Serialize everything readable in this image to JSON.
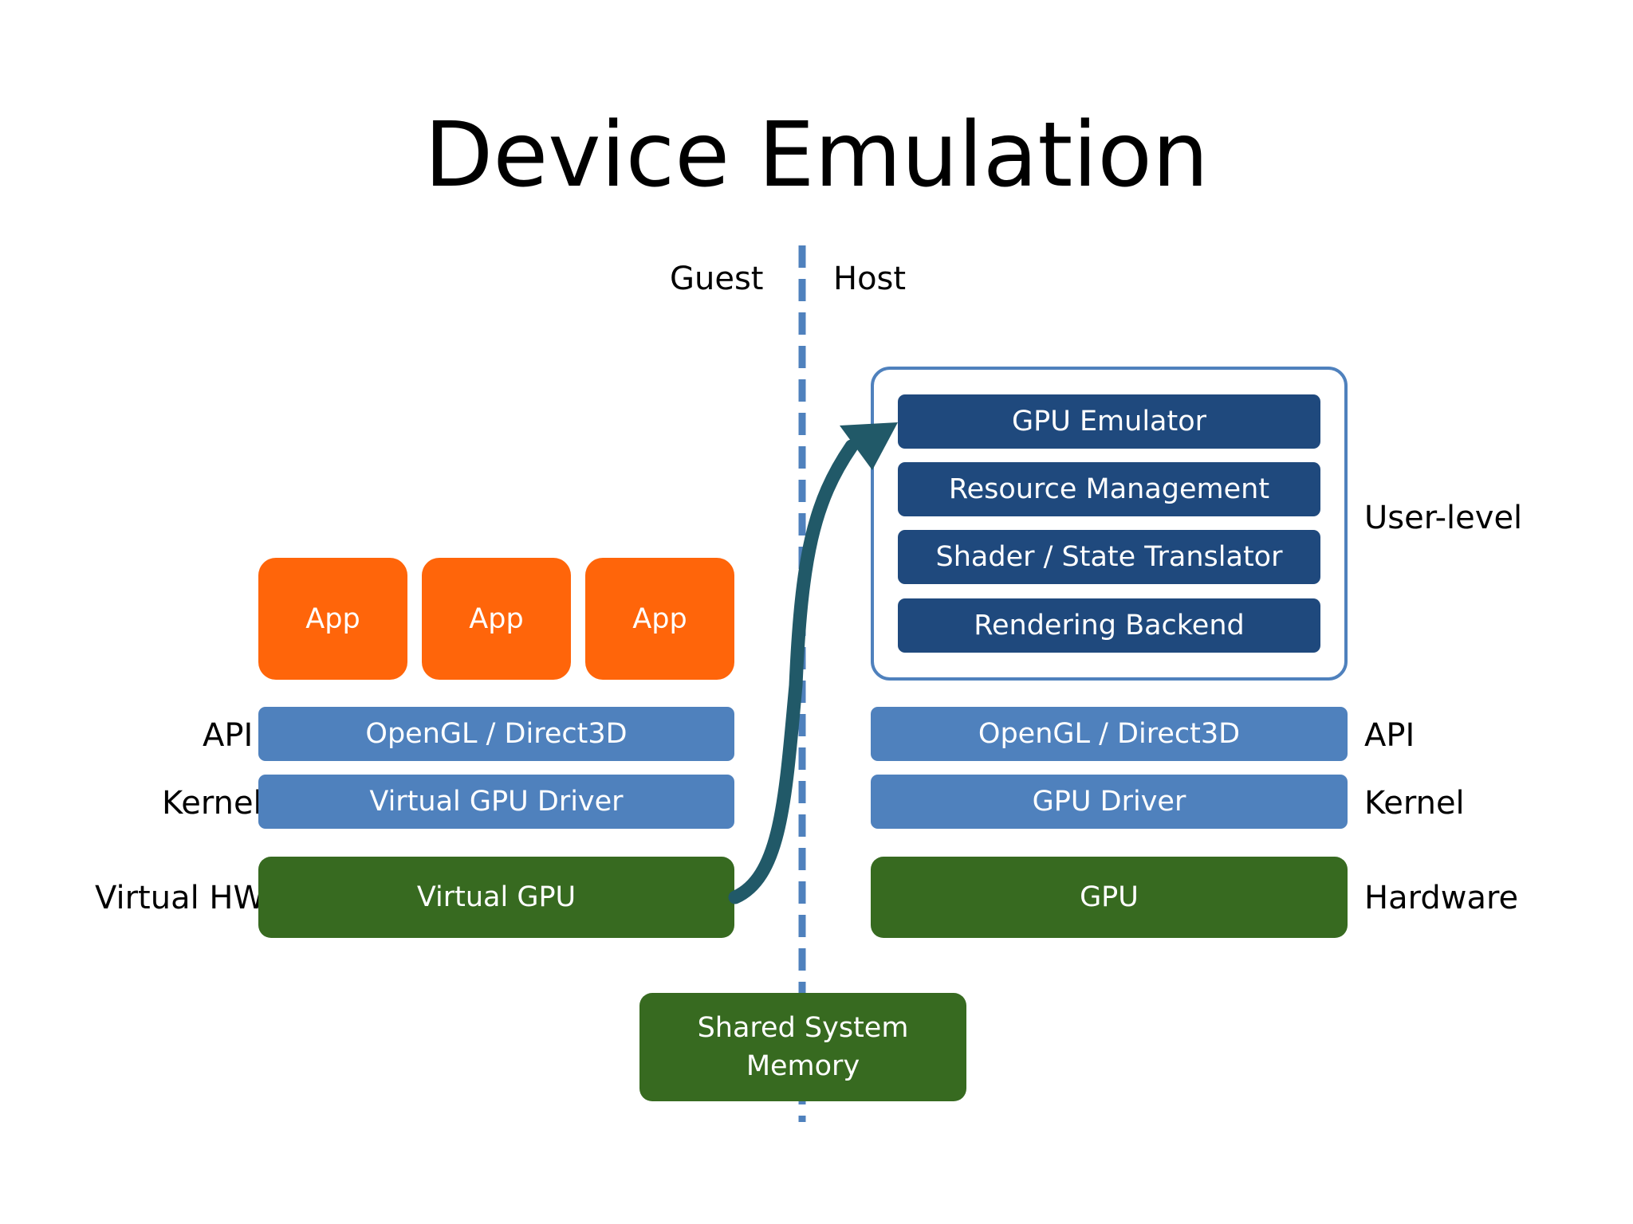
{
  "slide": {
    "title": "Device Emulation",
    "guest_label": "Guest",
    "host_label": "Host"
  },
  "guest": {
    "apps": [
      "App",
      "App",
      "App"
    ],
    "api_label": "API",
    "api_layer": "OpenGL / Direct3D",
    "kernel_label": "Kernel",
    "kernel_layer": "Virtual GPU Driver",
    "hw_label": "Virtual HW",
    "hw_layer": "Virtual GPU"
  },
  "host": {
    "userlevel_label": "User-level",
    "emulator_stack": [
      "GPU Emulator",
      "Resource Management",
      "Shader / State Translator",
      "Rendering Backend"
    ],
    "api_label": "API",
    "api_layer": "OpenGL / Direct3D",
    "kernel_label": "Kernel",
    "kernel_layer": "GPU Driver",
    "hw_label": "Hardware",
    "hw_layer": "GPU"
  },
  "shared": {
    "memory": "Shared System\nMemory"
  },
  "colors": {
    "app": "#ff650a",
    "layer": "#4f81bd",
    "hardware": "#376a20",
    "emulator": "#1f497d",
    "arrow": "#215968",
    "divider": "#4f81bd"
  }
}
